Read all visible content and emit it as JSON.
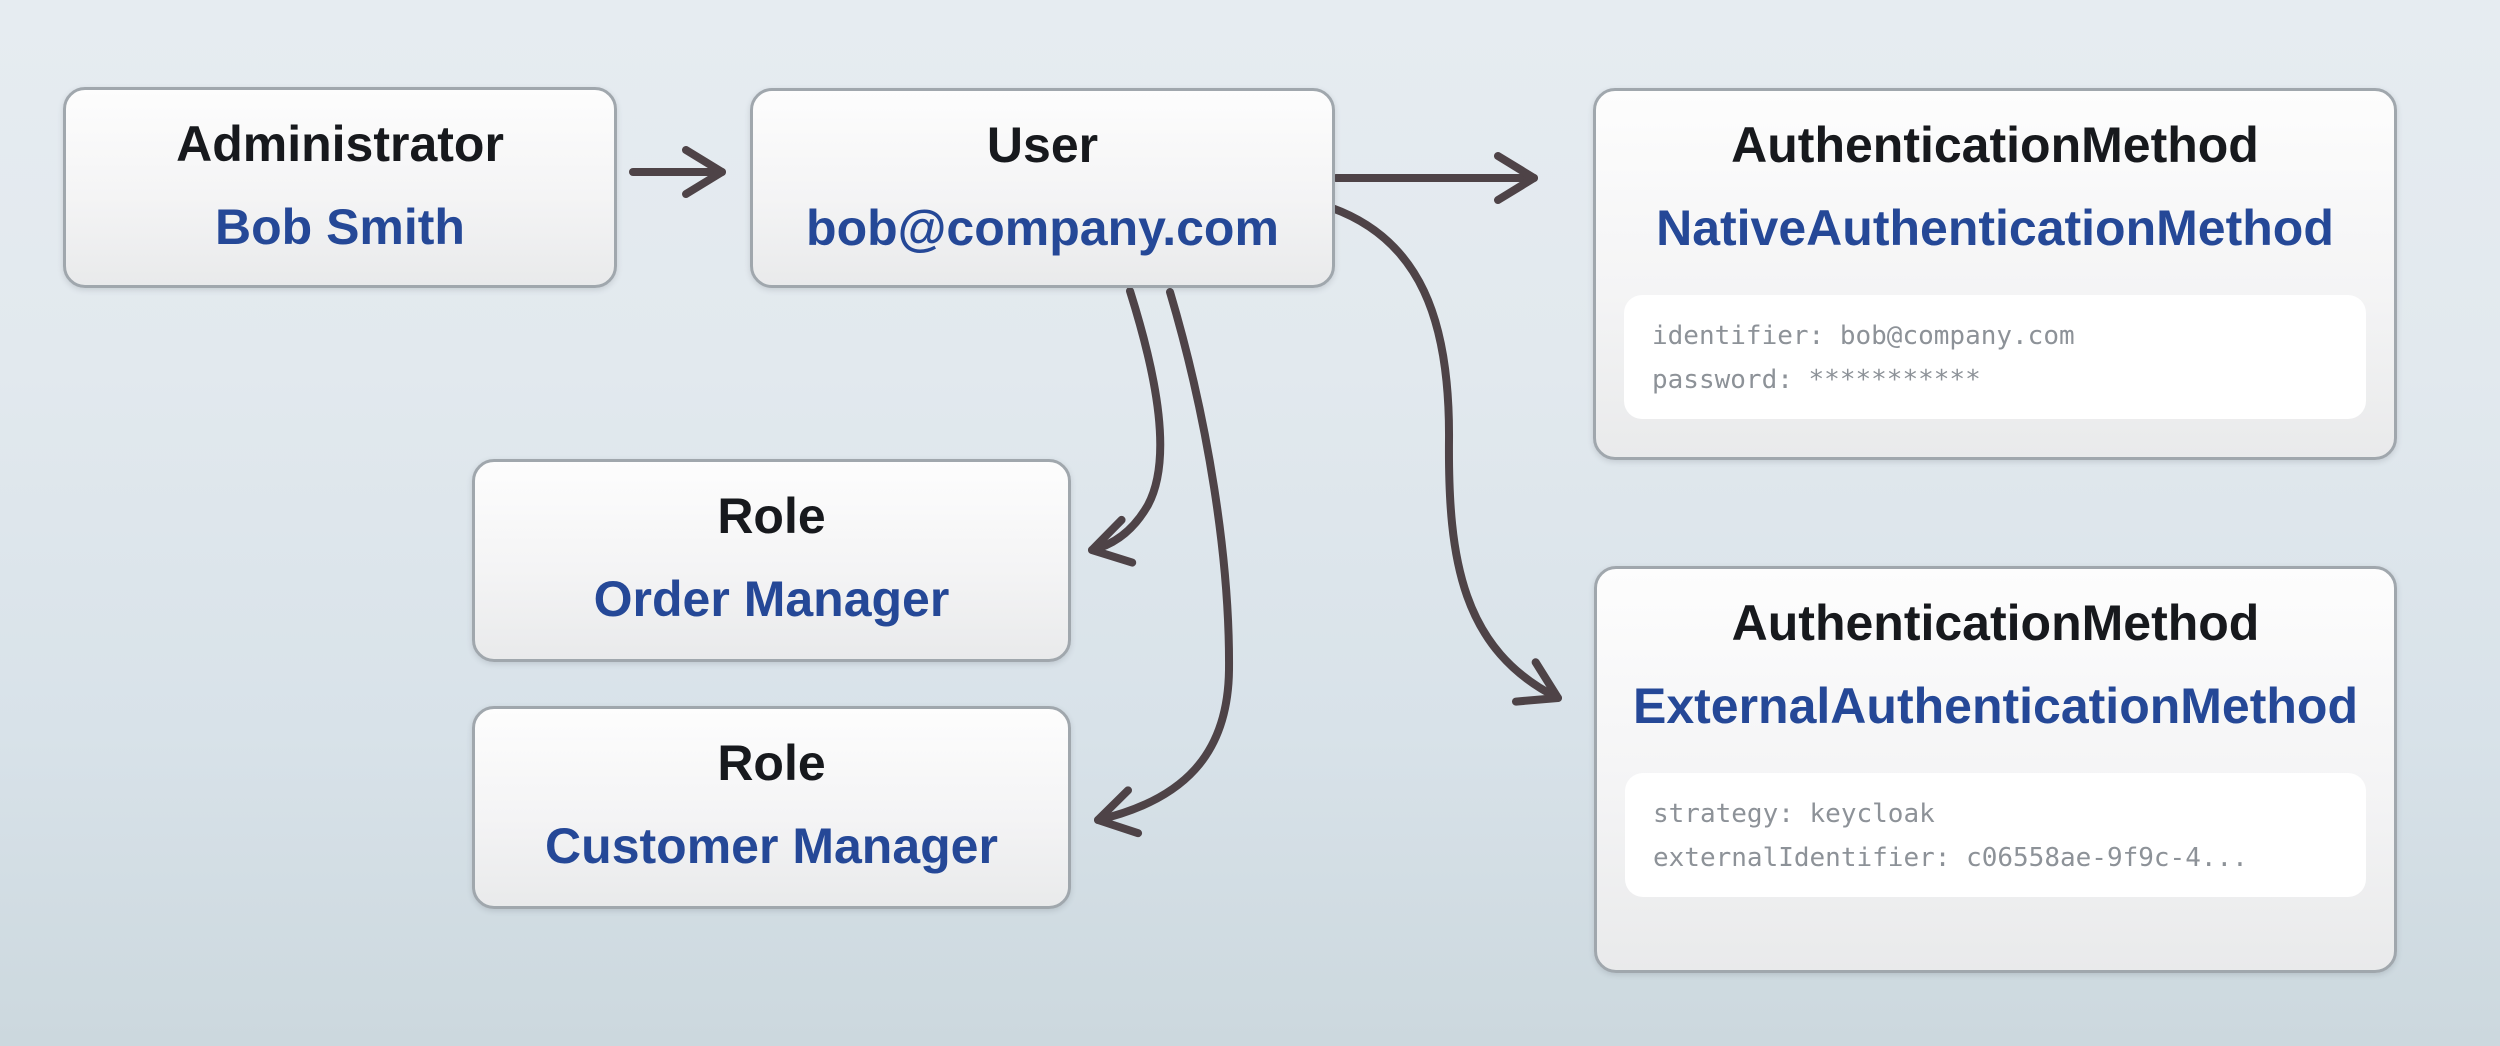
{
  "diagram": {
    "nodes": {
      "administrator": {
        "type": "Administrator",
        "name": "Bob Smith"
      },
      "user": {
        "type": "User",
        "name": "bob@company.com"
      },
      "native_auth": {
        "type": "AuthenticationMethod",
        "name": "NativeAuthenticationMethod",
        "attributes": [
          "identifier: bob@company.com",
          "password: ***********"
        ]
      },
      "role_order": {
        "type": "Role",
        "name": "Order Manager"
      },
      "role_customer": {
        "type": "Role",
        "name": "Customer Manager"
      },
      "external_auth": {
        "type": "AuthenticationMethod",
        "name": "ExternalAuthenticationMethod",
        "attributes": [
          "strategy: keycloak",
          "externalIdentifier: c06558ae-9f9c-4..."
        ]
      }
    },
    "edges": [
      {
        "from": "administrator",
        "to": "user"
      },
      {
        "from": "user",
        "to": "native_auth"
      },
      {
        "from": "user",
        "to": "external_auth"
      },
      {
        "from": "user",
        "to": "role_order"
      },
      {
        "from": "user",
        "to": "role_customer"
      }
    ],
    "colors": {
      "entity_type_text": "#17191d",
      "entity_name_text": "#254897",
      "attribute_text": "#8d9298",
      "arrow": "#4e4347",
      "node_border": "#a0a7ad",
      "node_fill_top": "#fdfdfd",
      "node_fill_bottom": "#e9eaeb",
      "panel_fill": "#ffffff",
      "background_top": "#e6ecf1",
      "background_bottom": "#ccd8de"
    }
  }
}
